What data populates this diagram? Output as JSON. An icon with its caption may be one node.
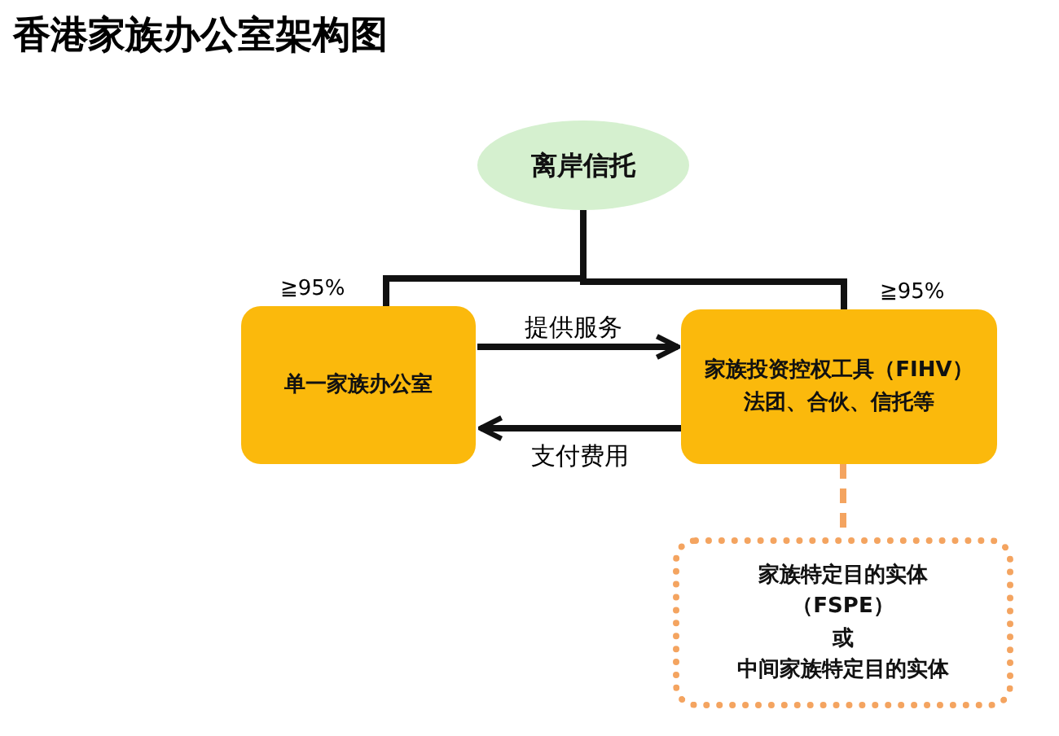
{
  "diagram": {
    "title": "香港家族办公室架构图",
    "nodes": [
      {
        "text": [
          "离岸信托"
        ]
      },
      {
        "text": [
          "单一家族办公室"
        ],
        "beside": [
          "≧95%"
        ]
      },
      {
        "text": [
          "家族投资控权工具（FIHV）",
          "法团、合伙、信托等"
        ],
        "beside": [
          "≧95%"
        ]
      },
      {
        "text": [
          "家族特定目的实体（FSPE）",
          "或",
          "中间家族特定目的实体"
        ]
      }
    ],
    "edges": [
      {
        "from": 0,
        "to": 1,
        "arrow": "none"
      },
      {
        "from": 0,
        "to": 2,
        "arrow": "none"
      },
      {
        "from": 1,
        "to": 2,
        "arrow": "to",
        "label": "提供服务"
      },
      {
        "from": 2,
        "to": 1,
        "arrow": "to",
        "label": "支付费用"
      },
      {
        "from": 2,
        "to": 3,
        "arrow": "none",
        "style": "dashed",
        "color": "#f4a460"
      }
    ]
  }
}
